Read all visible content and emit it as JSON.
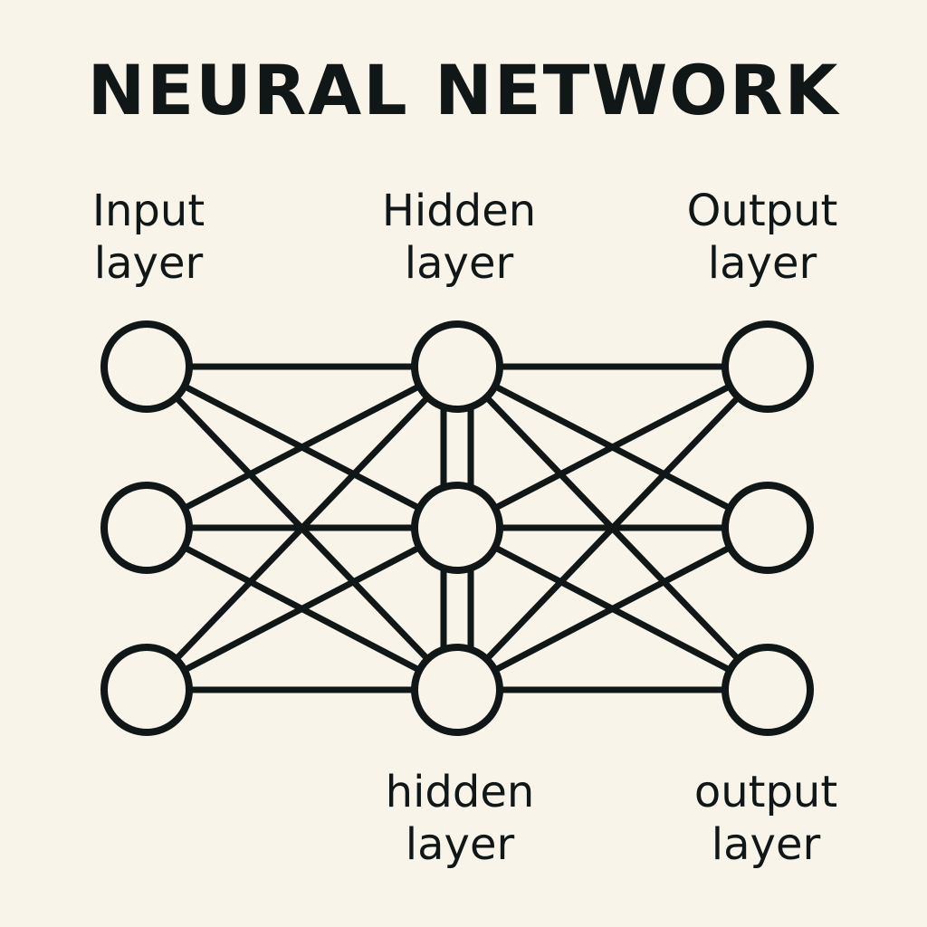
{
  "title": "NEURAL NETWORK",
  "labels": {
    "input_top": [
      "Input",
      "layer"
    ],
    "hidden_top": [
      "Hidden",
      "layer"
    ],
    "output_top": [
      "Output",
      "layer"
    ],
    "hidden_bottom": [
      "hidden",
      "layer"
    ],
    "output_bottom": [
      "output",
      "layer"
    ]
  },
  "network": {
    "layers": [
      {
        "name": "input",
        "nodes": 3
      },
      {
        "name": "hidden",
        "nodes": 3
      },
      {
        "name": "output",
        "nodes": 3
      }
    ],
    "connections": "fully-connected between adjacent layers, plus vertical links within hidden layer",
    "colors": {
      "stroke": "#111617",
      "node_fill": "#f8f4ea",
      "background": "#f8f4ea"
    }
  }
}
